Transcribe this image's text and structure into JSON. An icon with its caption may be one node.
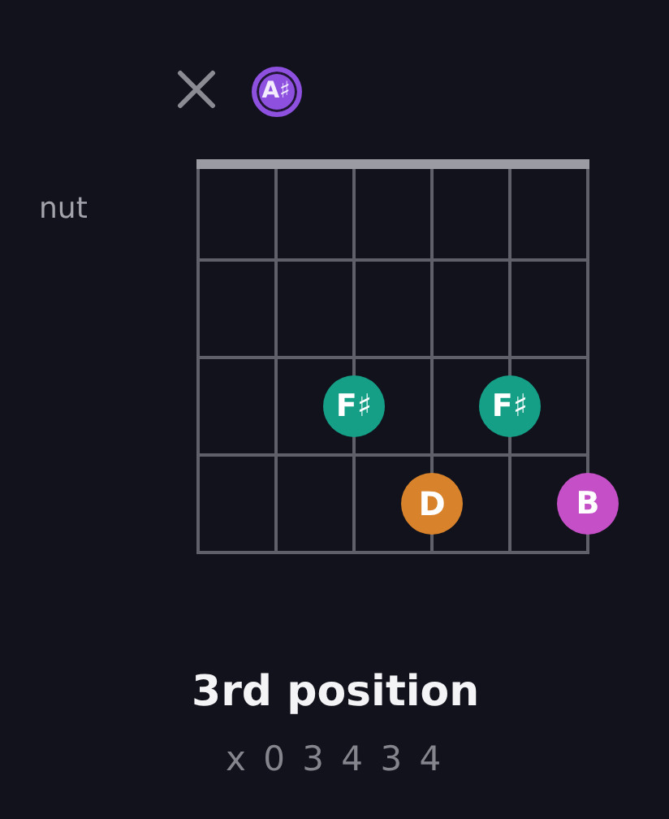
{
  "diagram": {
    "title": "3rd position",
    "nodes": [
      {
        "text": [
          "A♯"
        ]
      },
      {
        "text": [
          "F♯"
        ]
      },
      {
        "text": [
          "F♯"
        ]
      },
      {
        "text": [
          "D"
        ]
      },
      {
        "text": [
          "B"
        ]
      }
    ],
    "labels": [
      "nut",
      "x 0 3 4 3 4"
    ]
  }
}
